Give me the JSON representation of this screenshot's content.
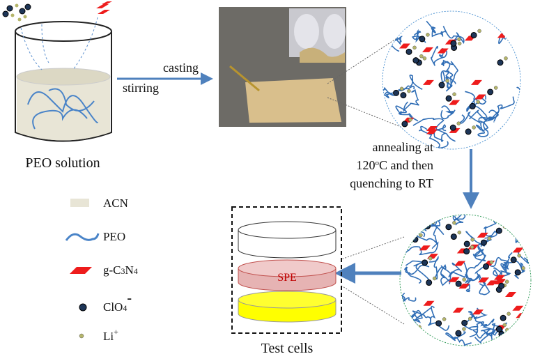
{
  "title_beaker": "PEO solution",
  "step1": {
    "top": "casting",
    "bottom": "stirring"
  },
  "step2": {
    "line1": "annealing at",
    "line2": "120",
    "line2_sup": "o",
    "line2_rest": "C and then",
    "line3": "quenching to RT"
  },
  "test_cells": {
    "label": "Test cells",
    "spe_label": "SPE"
  },
  "legend": [
    {
      "label": "ACN",
      "icon": "acn-swatch-icon"
    },
    {
      "label": "PEO",
      "icon": "peo-chain-icon"
    },
    {
      "label": "g-C",
      "sub1": "3",
      "mid": "N",
      "sub2": "4",
      "icon": "g-c3n4-flake-icon"
    },
    {
      "label": "ClO",
      "sub": "4",
      "sup": "-",
      "icon": "perchlorate-ion-icon"
    },
    {
      "label": "Li",
      "sup": "+",
      "icon": "lithium-ion-icon"
    }
  ],
  "colors": {
    "peo": "#4a84c8",
    "flake": "#ee1c1c",
    "acn": "#e8e5d6",
    "arrow": "#4f81bd",
    "spe": "#e6b3b3",
    "yellow": "#ffff00"
  }
}
